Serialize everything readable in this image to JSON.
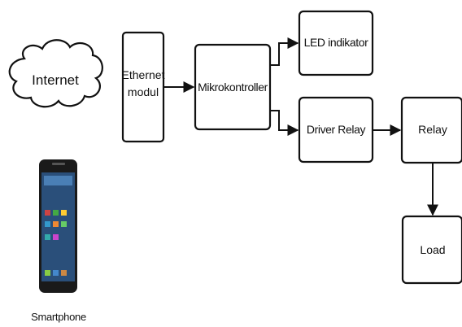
{
  "nodes": {
    "internet": "Internet",
    "ethernet_line1": "Ethernet",
    "ethernet_line2": "modul",
    "mikrokontroller": "Mikrokontroller",
    "led_indikator": "LED indikator",
    "driver_relay": "Driver Relay",
    "relay": "Relay",
    "load": "Load"
  },
  "smartphone_label": "Smartphone",
  "colors": {
    "stroke": "#111111",
    "fill": "#ffffff",
    "phone_screen": "#2a4f7a"
  }
}
